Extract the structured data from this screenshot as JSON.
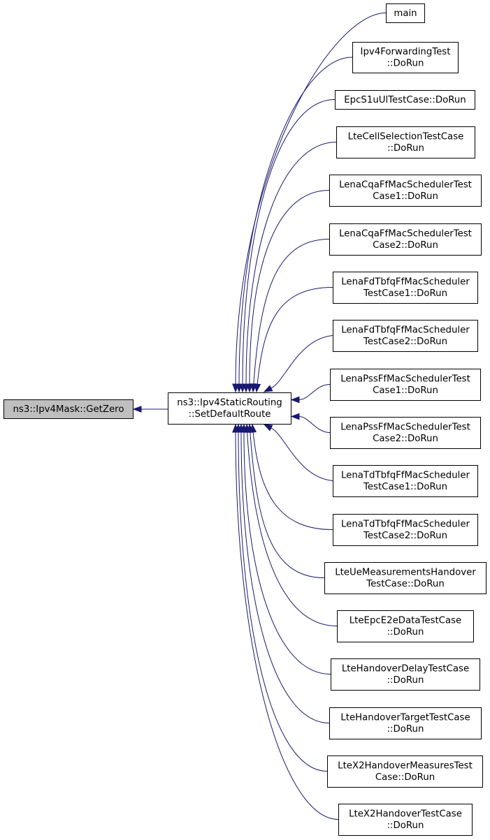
{
  "graph": {
    "root": {
      "lines": [
        "ns3::Ipv4Mask::GetZero"
      ]
    },
    "center": {
      "lines": [
        "ns3::Ipv4StaticRouting",
        "::SetDefaultRoute"
      ]
    },
    "callers": [
      {
        "lines": [
          "main"
        ]
      },
      {
        "lines": [
          "Ipv4ForwardingTest",
          "::DoRun"
        ]
      },
      {
        "lines": [
          "EpcS1uUlTestCase::DoRun"
        ]
      },
      {
        "lines": [
          "LteCellSelectionTestCase",
          "::DoRun"
        ]
      },
      {
        "lines": [
          "LenaCqaFfMacSchedulerTest",
          "Case1::DoRun"
        ]
      },
      {
        "lines": [
          "LenaCqaFfMacSchedulerTest",
          "Case2::DoRun"
        ]
      },
      {
        "lines": [
          "LenaFdTbfqFfMacScheduler",
          "TestCase1::DoRun"
        ]
      },
      {
        "lines": [
          "LenaFdTbfqFfMacScheduler",
          "TestCase2::DoRun"
        ]
      },
      {
        "lines": [
          "LenaPssFfMacSchedulerTest",
          "Case1::DoRun"
        ]
      },
      {
        "lines": [
          "LenaPssFfMacSchedulerTest",
          "Case2::DoRun"
        ]
      },
      {
        "lines": [
          "LenaTdTbfqFfMacScheduler",
          "TestCase1::DoRun"
        ]
      },
      {
        "lines": [
          "LenaTdTbfqFfMacScheduler",
          "TestCase2::DoRun"
        ]
      },
      {
        "lines": [
          "LteUeMeasurementsHandover",
          "TestCase::DoRun"
        ]
      },
      {
        "lines": [
          "LteEpcE2eDataTestCase",
          "::DoRun"
        ]
      },
      {
        "lines": [
          "LteHandoverDelayTestCase",
          "::DoRun"
        ]
      },
      {
        "lines": [
          "LteHandoverTargetTestCase",
          "::DoRun"
        ]
      },
      {
        "lines": [
          "LteX2HandoverMeasuresTest",
          "Case::DoRun"
        ]
      },
      {
        "lines": [
          "LteX2HandoverTestCase",
          "::DoRun"
        ]
      }
    ],
    "colors": {
      "edge": "#191970",
      "root_fill": "#bfbfbf",
      "node_fill": "#ffffff",
      "border": "#000000"
    }
  }
}
